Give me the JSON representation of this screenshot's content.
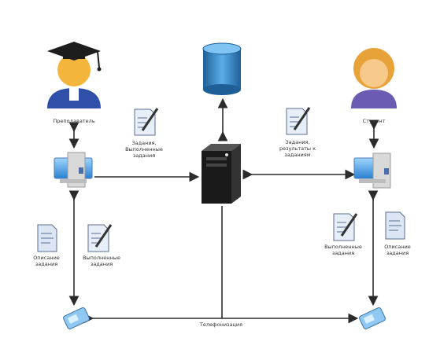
{
  "diagram": {
    "nodes": {
      "teacher": {
        "label": "Преподаватель",
        "icon": "teacher-icon"
      },
      "student": {
        "label": "Студент",
        "icon": "student-icon"
      },
      "database": {
        "icon": "database-icon"
      },
      "server": {
        "icon": "server-icon"
      },
      "teacher_pc": {
        "icon": "computer-icon"
      },
      "student_pc": {
        "icon": "computer-icon"
      },
      "teacher_phone": {
        "icon": "phone-icon"
      },
      "student_phone": {
        "icon": "phone-icon"
      }
    },
    "edge_labels": {
      "teacher_to_server": "Задания,\nВыполненные\nзадания",
      "server_to_student": "Задания,\nрезультаты к\nзаданиям",
      "teacher_doc_left": "Описание\nзадания",
      "teacher_doc_right": "Выполненные\nзадания",
      "student_doc_left": "Выполненные\nзадания",
      "student_doc_right": "Описание\nзадания",
      "bottom": "Телефонизация"
    },
    "colors": {
      "line": "#2b2b2b",
      "database": "#2f7fc0",
      "server": "#1a1a1a",
      "monitor": "#3b8fd6",
      "teacher_head": "#f3b53b",
      "teacher_body": "#2f4fa8",
      "student_hair": "#e8a23a",
      "student_body": "#6c5bb3"
    }
  }
}
